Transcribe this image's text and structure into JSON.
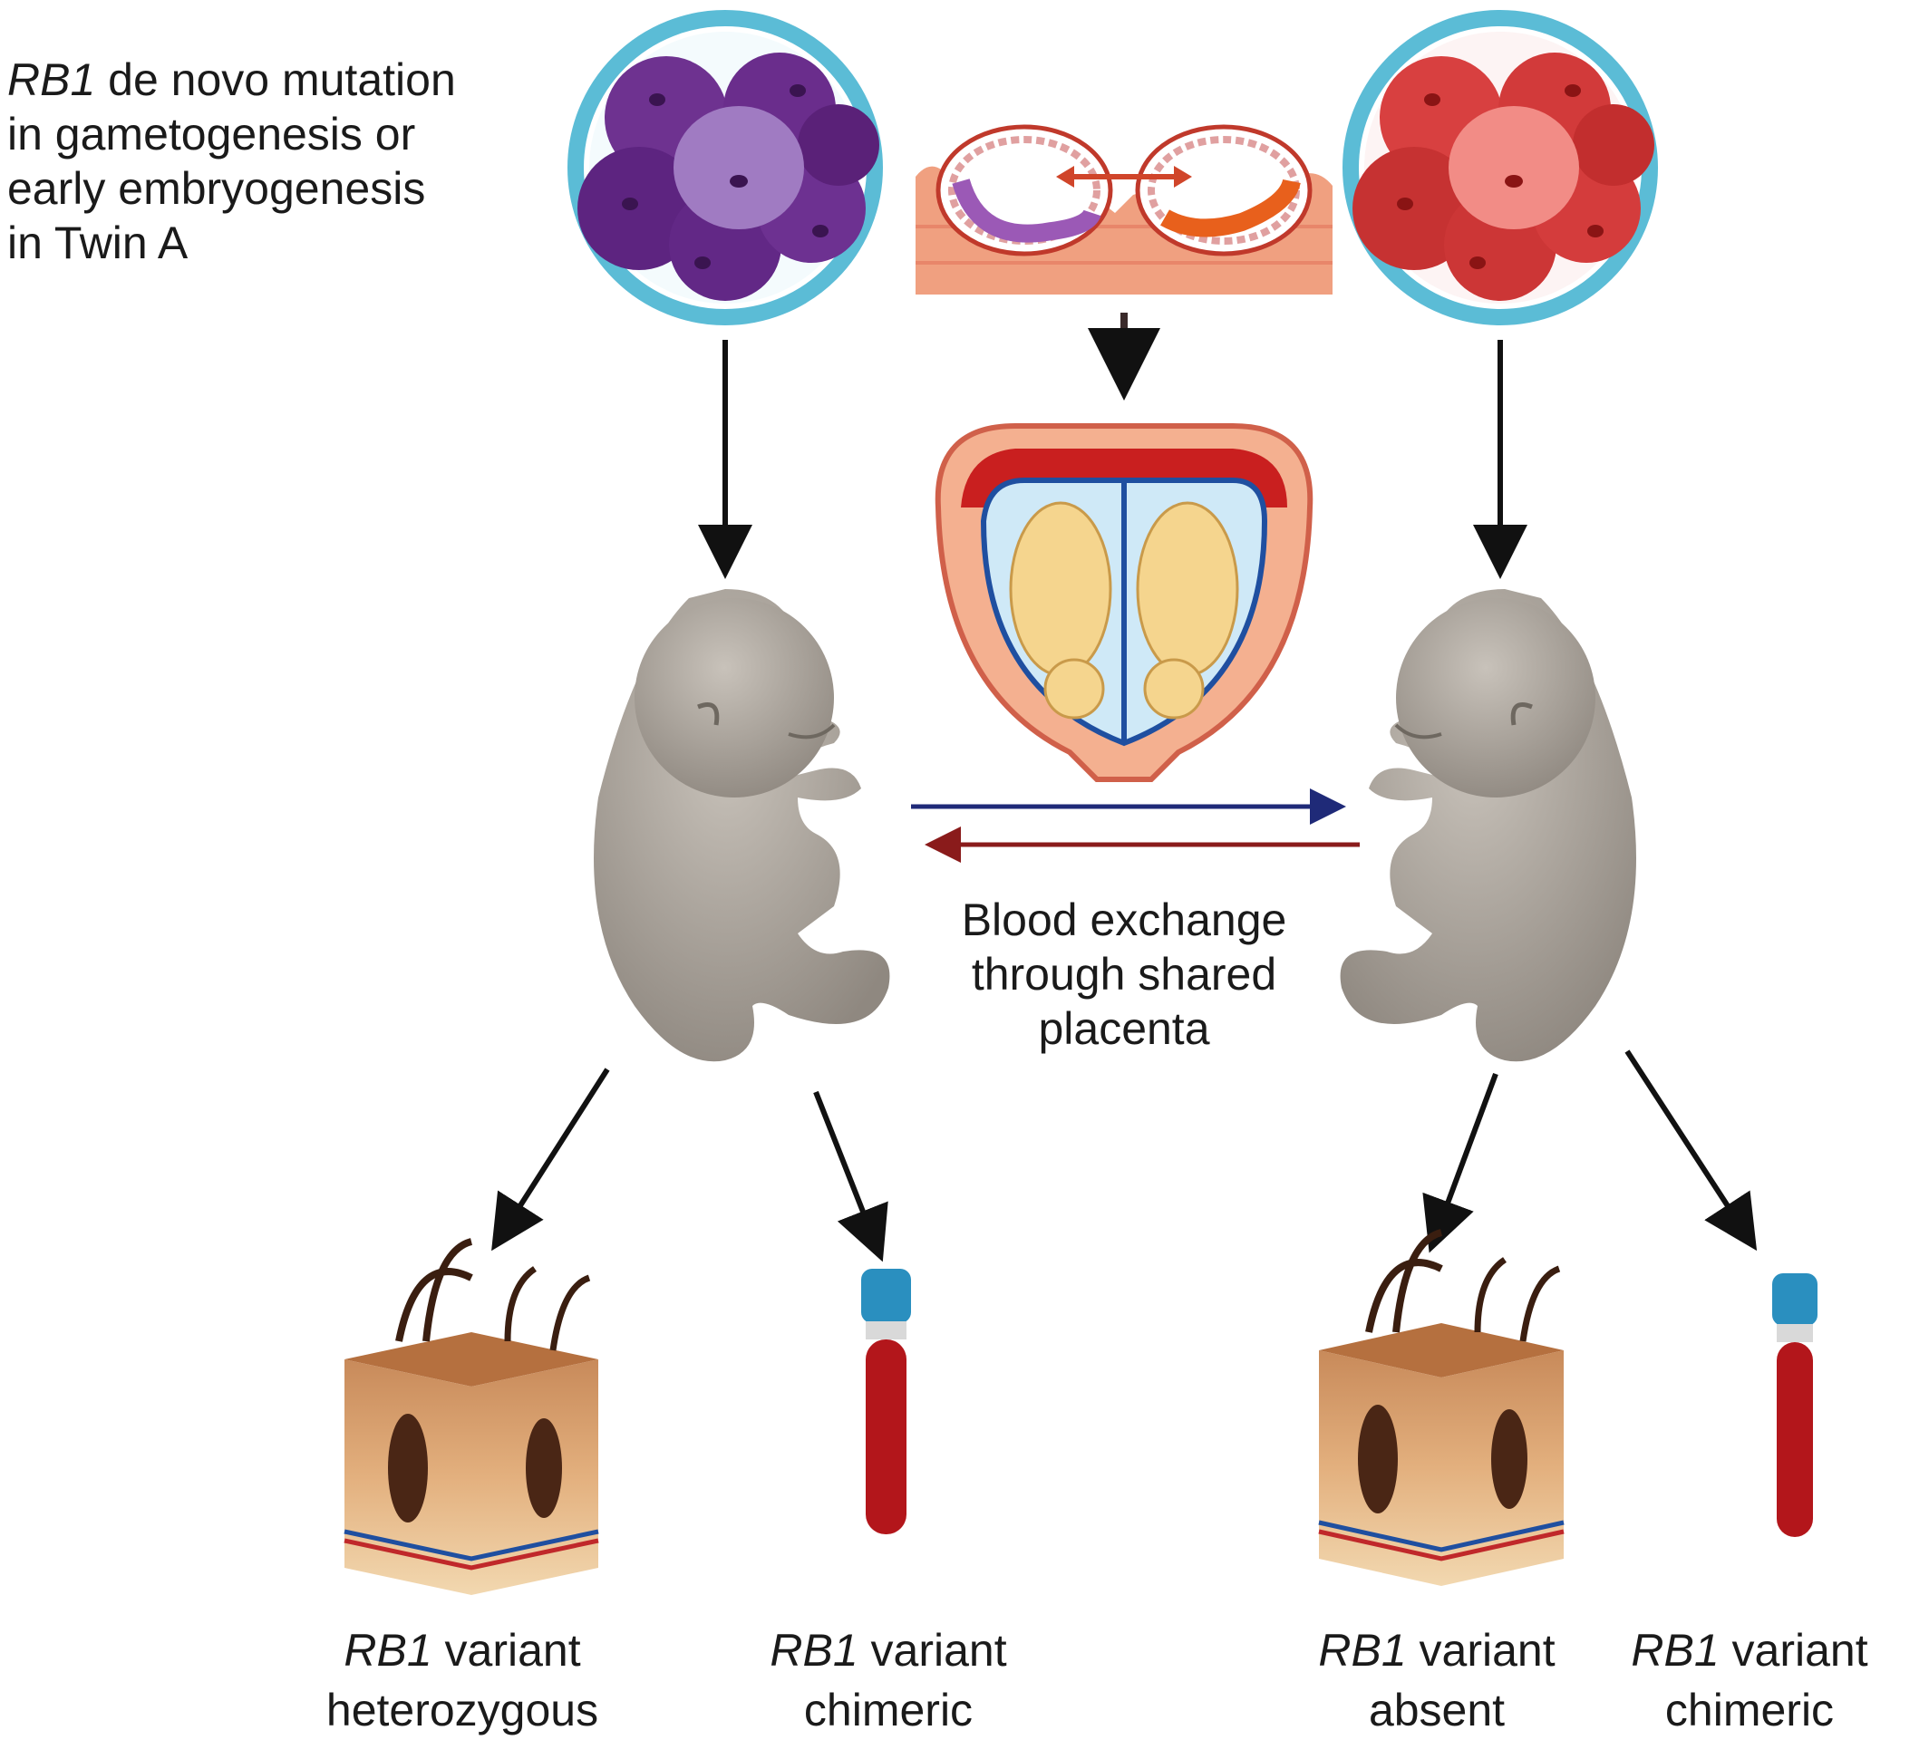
{
  "intro": {
    "gene": "RB1",
    "text_line1": " de novo mutation",
    "text_line2": "in gametogenesis or",
    "text_line3": "early embryogenesis",
    "text_line4": "in Twin A"
  },
  "center_caption": {
    "line1": "Blood exchange",
    "line2": "through shared",
    "line3": "placenta"
  },
  "outcomes": [
    {
      "gene": "RB1",
      "word": " variant",
      "status": "heterozygous"
    },
    {
      "gene": "RB1",
      "word": " variant",
      "status": "chimeric"
    },
    {
      "gene": "RB1",
      "word": " variant",
      "status": "absent"
    },
    {
      "gene": "RB1",
      "word": " variant",
      "status": "chimeric"
    }
  ],
  "colors": {
    "twin_a_embryo": "#6b2a8a",
    "twin_b_embryo": "#d23a3a",
    "zona_ring": "#5bbcd6",
    "arrow_to_b": "#1f2a78",
    "arrow_to_a": "#8a1b1b",
    "fetus": "#a9a39c",
    "blood": "#b3161b",
    "tube_cap": "#2a8fbf"
  }
}
